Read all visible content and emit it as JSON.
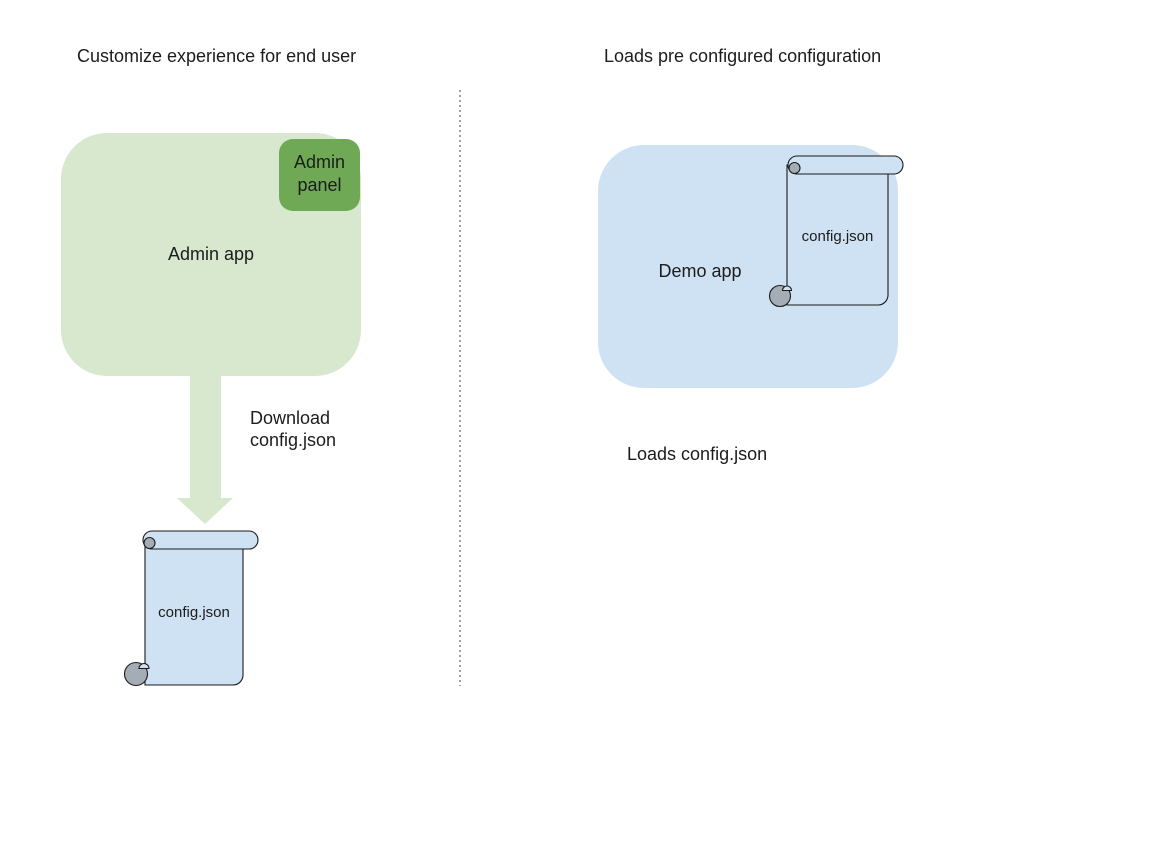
{
  "colors": {
    "background": "#ffffff",
    "green_light": "#d7e8ce",
    "green_dark": "#6fa956",
    "blue_light": "#cfe2f3",
    "outline": "#1a1a1a",
    "curl_gray": "#a4adb5",
    "divider_gray": "#9aa0a6",
    "text": "#1c1c1c"
  },
  "left_panel": {
    "title": "Customize experience for end user",
    "admin_app": {
      "label": "Admin app"
    },
    "admin_panel": {
      "label": "Admin\npanel"
    },
    "download_arrow": {
      "label": "Download\nconfig.json"
    },
    "config_file": {
      "label": "config.json"
    }
  },
  "right_panel": {
    "title": "Loads pre configured configuration",
    "demo_app": {
      "label": "Demo app"
    },
    "config_file": {
      "label": "config.json"
    },
    "caption": "Loads config.json"
  }
}
